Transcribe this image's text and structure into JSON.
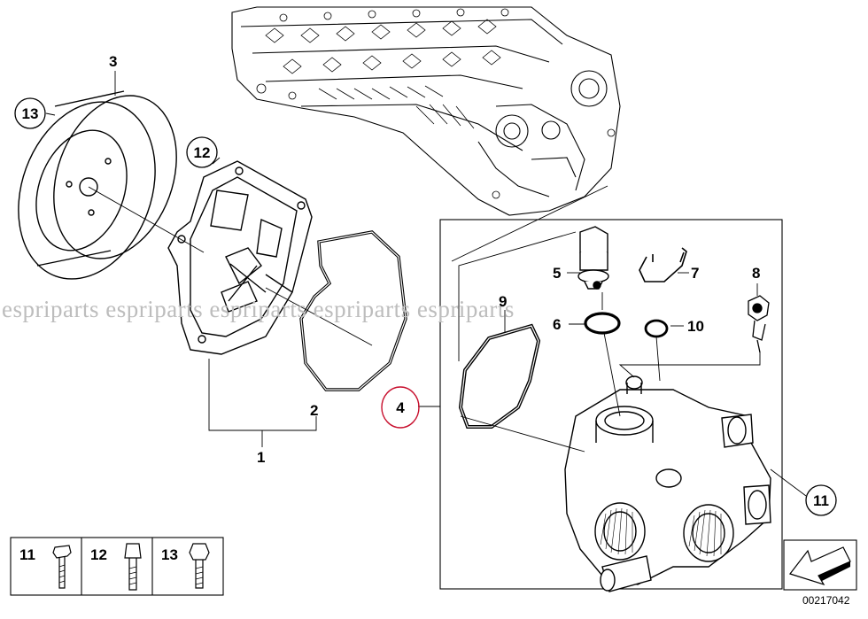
{
  "watermark": "espriparts espriparts espriparts espriparts espriparts",
  "diagram_code": "00217042",
  "callouts": {
    "c1": "1",
    "c2": "2",
    "c3": "3",
    "c4": "4",
    "c5": "5",
    "c6": "6",
    "c7": "7",
    "c8": "8",
    "c9": "9",
    "c10": "10",
    "c11": "11",
    "c12": "12",
    "c13": "13"
  },
  "legend": {
    "item1": "11",
    "item2": "12",
    "item3": "13"
  },
  "colors": {
    "line": "#000000",
    "highlight": "#c8102e",
    "watermark": "#bdbdbd"
  }
}
